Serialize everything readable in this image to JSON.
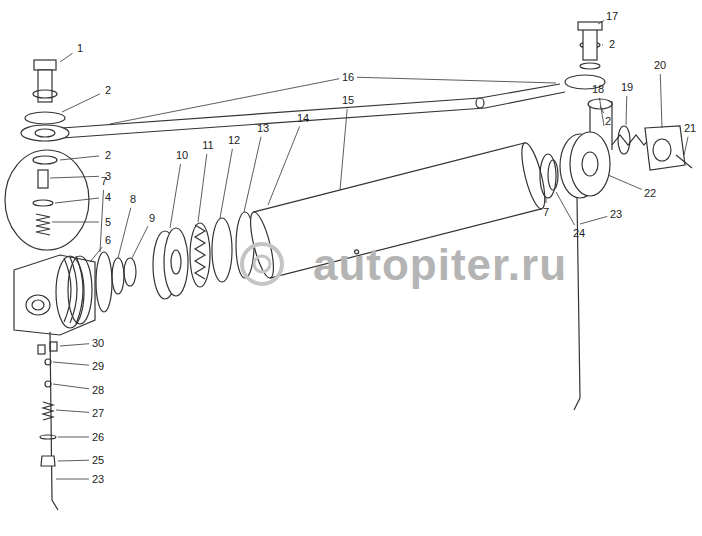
{
  "diagram": {
    "labels": [
      "1",
      "2",
      "2",
      "3",
      "4",
      "5",
      "6",
      "7",
      "8",
      "9",
      "10",
      "11",
      "12",
      "13",
      "14",
      "15",
      "16",
      "17",
      "2",
      "2",
      "18",
      "19",
      "20",
      "21",
      "22",
      "23",
      "24",
      "7",
      "30",
      "29",
      "28",
      "27",
      "26",
      "25",
      "23",
      "autopiter.ru"
    ]
  }
}
